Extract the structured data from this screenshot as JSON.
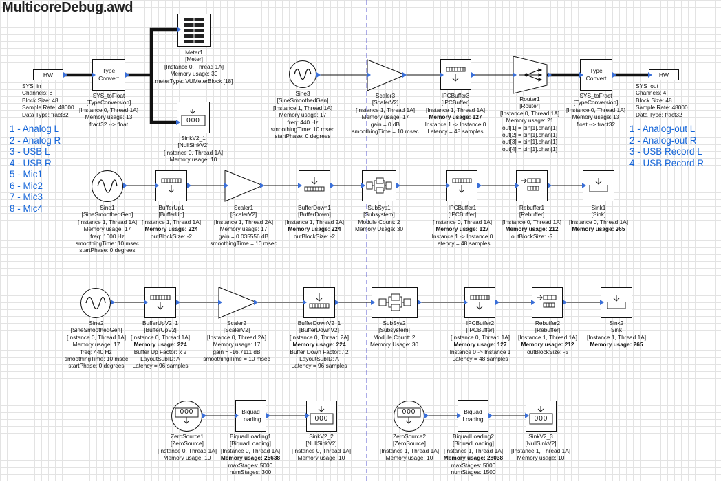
{
  "title": "MulticoreDebug.awd",
  "input_channels": [
    "1 - Analog L",
    "2 - Analog R",
    "3 - USB L",
    "4 - USB R",
    "5 - Mic1",
    "6 - Mic2",
    "7 - Mic3",
    "8 - Mic4"
  ],
  "output_channels": [
    "1 - Analog-out L",
    "2 - Analog-out R",
    "3 - USB Record L",
    "4 - USB Record R"
  ],
  "hw_in": {
    "label": "HW",
    "lines": [
      "SYS_in",
      "Channels: 8",
      "Block Size: 48",
      "Sample Rate: 48000",
      "Data Type: fract32"
    ]
  },
  "hw_out": {
    "label": "HW",
    "lines": [
      "SYS_out",
      "Channels: 4",
      "Block Size: 48",
      "Sample Rate: 48000",
      "Data Type: fract32"
    ]
  },
  "sys_tofloat": {
    "icon": [
      "Type",
      "Convert"
    ],
    "lines": [
      "SYS_toFloat",
      "[TypeConversion]",
      "[Instance 0, Thread 1A]",
      "Memory usage: 13",
      "fract32 --> float"
    ]
  },
  "meter1": {
    "lines": [
      "Meter1",
      "[Meter]",
      "[Instance 0, Thread 1A]",
      "Memory usage: 30",
      "meterType: VUMeterBlock [18]"
    ]
  },
  "sinkv2_1": {
    "icon": "000",
    "lines": [
      "SinkV2_1",
      "[NullSinkV2]",
      "[Instance 0, Thread 1A]",
      "Memory usage: 10"
    ]
  },
  "sine3": {
    "lines": [
      "Sine3",
      "[SineSmoothedGen]",
      "[Instance 1, Thread 1A]",
      "Memory usage: 17",
      "freq: 440 Hz",
      "smoothingTime: 10 msec",
      "startPhase: 0 degrees"
    ]
  },
  "scaler3": {
    "lines": [
      "Scaler3",
      "[ScalerV2]",
      "[Instance 1, Thread 1A]",
      "Memory usage: 17",
      "gain = 0 dB",
      "smoothingTime = 10 msec"
    ]
  },
  "ipcbuffer3": {
    "lines": [
      "IPCBuffer3",
      "[IPCBuffer]",
      "[Instance 1, Thread 1A]",
      "Memory usage: 127",
      "Instance 1 -> Instance 0",
      "Latency = 48 samples"
    ],
    "bold": [
      3
    ]
  },
  "router1": {
    "lines": [
      "Router1",
      "[Router]",
      "[Instance 0, Thread 1A]",
      "Memory usage: 21",
      "out[1] = pin[1].chan[1]",
      "out[2] = pin[1].chan[1]",
      "out[3] = pin[1].chan[1]",
      "out[4] = pin[1].chan[1]"
    ]
  },
  "sys_tofract": {
    "icon": [
      "Type",
      "Convert"
    ],
    "lines": [
      "SYS_toFract",
      "[TypeConversion]",
      "[Instance 0, Thread 1A]",
      "Memory usage: 13",
      "float --> fract32"
    ]
  },
  "sine1": {
    "lines": [
      "Sine1",
      "[SineSmoothedGen]",
      "[Instance 1, Thread 1A]",
      "Memory usage: 17",
      "freq: 1000 Hz",
      "smoothingTime: 10 msec",
      "startPhase: 0 degrees"
    ]
  },
  "bufferup1": {
    "lines": [
      "BufferUp1",
      "[BufferUp]",
      "[Instance 1, Thread 1A]",
      "Memory usage: 224",
      "outBlockSize: -2"
    ],
    "bold": [
      3
    ]
  },
  "scaler1": {
    "lines": [
      "Scaler1",
      "[ScalerV2]",
      "[Instance 1, Thread 2A]",
      "Memory usage: 17",
      "gain = 0.035556 dB",
      "smoothingTime = 10 msec"
    ]
  },
  "bufferdown1": {
    "lines": [
      "BufferDown1",
      "[BufferDown]",
      "[Instance 1, Thread 2A]",
      "Memory usage: 224",
      "outBlockSize: -2"
    ],
    "bold": [
      3
    ]
  },
  "subsys1": {
    "lines": [
      "SubSys1",
      "[Subsystem]",
      "Module Count: 2",
      "Memory Usage: 30"
    ]
  },
  "ipcbuffer1": {
    "lines": [
      "IPCBuffer1",
      "[IPCBuffer]",
      "[Instance 0, Thread 1A]",
      "Memory usage: 127",
      "Instance 1 -> Instance 0",
      "Latency = 48 samples"
    ],
    "bold": [
      3
    ]
  },
  "rebuffer1": {
    "lines": [
      "Rebuffer1",
      "[Rebuffer]",
      "[Instance 0, Thread 1A]",
      "Memory usage: 212",
      "outBlockSize: -5"
    ],
    "bold": [
      3
    ]
  },
  "sink1": {
    "lines": [
      "Sink1",
      "[Sink]",
      "[Instance 0, Thread 1A]",
      "Memory usage: 265"
    ],
    "bold": [
      3
    ]
  },
  "sine2": {
    "lines": [
      "Sine2",
      "[SineSmoothedGen]",
      "[Instance 0, Thread 1A]",
      "Memory usage: 17",
      "freq: 440 Hz",
      "smoothingTime: 10 msec",
      "startPhase: 0 degrees"
    ]
  },
  "bufferupv2_1": {
    "lines": [
      "BufferUpV2_1",
      "[BufferUpV2]",
      "[Instance 0, Thread 1A]",
      "Memory usage: 224",
      "Buffer Up Factor: x 2",
      "LayoutSubID: A",
      "Latency = 96 samples"
    ],
    "bold": [
      3
    ]
  },
  "scaler2": {
    "lines": [
      "Scaler2",
      "[ScalerV2]",
      "[Instance 0, Thread 2A]",
      "Memory usage: 17",
      "gain = -16.7111 dB",
      "smoothingTime = 10 msec"
    ]
  },
  "bufferdownv2_1": {
    "lines": [
      "BufferDownV2_1",
      "[BufferDownV2]",
      "[Instance 0, Thread 2A]",
      "Memory usage: 224",
      "Buffer Down Factor: / 2",
      "LayoutSubID: A",
      "Latency = 96 samples"
    ],
    "bold": [
      3
    ]
  },
  "subsys2": {
    "lines": [
      "SubSys2",
      "[Subsystem]",
      "Module Count: 2",
      "Memory Usage: 30"
    ]
  },
  "ipcbuffer2": {
    "lines": [
      "IPCBuffer2",
      "[IPCBuffer]",
      "[Instance 0, Thread 1A]",
      "Memory usage: 127",
      "Instance 0 -> Instance 1",
      "Latency = 48 samples"
    ],
    "bold": [
      3
    ]
  },
  "rebuffer2": {
    "lines": [
      "Rebuffer2",
      "[Rebuffer]",
      "[Instance 1, Thread 1A]",
      "Memory usage: 212",
      "outBlockSize: -5"
    ],
    "bold": [
      3
    ]
  },
  "sink2": {
    "lines": [
      "Sink2",
      "[Sink]",
      "[Instance 1, Thread 1A]",
      "Memory usage: 265"
    ],
    "bold": [
      3
    ]
  },
  "zerosource1": {
    "icon": "000",
    "lines": [
      "ZeroSource1",
      "[ZeroSource]",
      "[Instance 0, Thread 1A]",
      "Memory usage: 10"
    ]
  },
  "biquadloading1": {
    "icon": [
      "Biquad",
      "Loading"
    ],
    "lines": [
      "BiquadLoading1",
      "[BiquadLoading]",
      "[Instance 0, Thread 1A]",
      "Memory usage: 25638",
      "maxStages: 5000",
      "numStages: 300"
    ],
    "bold": [
      3
    ]
  },
  "sinkv2_2": {
    "icon": "000",
    "lines": [
      "SinkV2_2",
      "[NullSinkV2]",
      "[Instance 0, Thread 1A]",
      "Memory usage: 10"
    ]
  },
  "zerosource2": {
    "icon": "000",
    "lines": [
      "ZeroSource2",
      "[ZeroSource]",
      "[Instance 1, Thread 1A]",
      "Memory usage: 10"
    ]
  },
  "biquadloading2": {
    "icon": [
      "Biquad",
      "Loading"
    ],
    "lines": [
      "BiquadLoading2",
      "[BiquadLoading]",
      "[Instance 1, Thread 1A]",
      "Memory usage: 28038",
      "maxStages: 5000",
      "numStages: 1500"
    ],
    "bold": [
      3
    ]
  },
  "sinkv2_3": {
    "icon": "000",
    "lines": [
      "SinkV2_3",
      "[NullSinkV2]",
      "[Instance 1, Thread 1A]",
      "Memory usage: 10"
    ]
  },
  "colors": {
    "wire": "#111111",
    "pin": "#3a6fd8",
    "channel_text": "#1565d8",
    "divider": "#5a5ad0"
  }
}
